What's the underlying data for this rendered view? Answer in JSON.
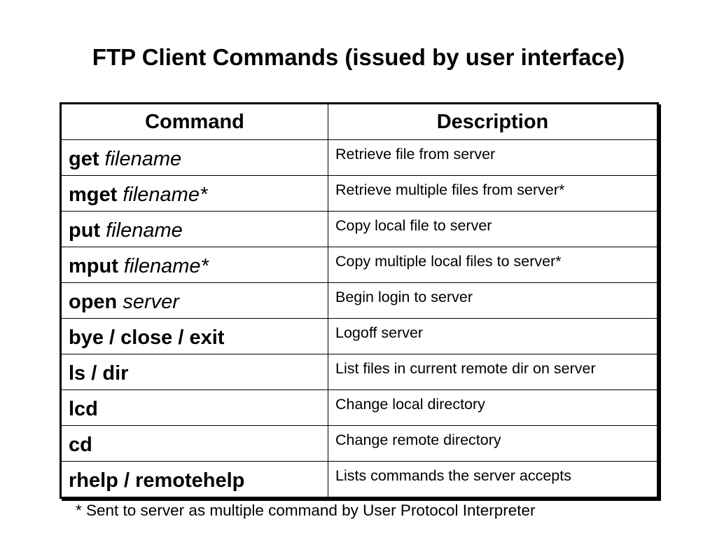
{
  "title": "FTP Client Commands (issued by user interface)",
  "table": {
    "headers": [
      "Command",
      "Description"
    ],
    "rows": [
      {
        "command": "get",
        "arg": " filename",
        "description": "Retrieve file from server"
      },
      {
        "command": "mget",
        "arg": " filename*",
        "description": "Retrieve multiple files from server*"
      },
      {
        "command": "put",
        "arg": " filename",
        "description": "Copy local file to server"
      },
      {
        "command": "mput",
        "arg": " filename*",
        "description": "Copy multiple local files to server*"
      },
      {
        "command": "open",
        "arg": " server",
        "description": "Begin login to server"
      },
      {
        "command": "bye / close / exit",
        "arg": "",
        "description": "Logoff server"
      },
      {
        "command": "ls / dir",
        "arg": "",
        "description": "List files in current remote dir on server"
      },
      {
        "command": "lcd",
        "arg": "",
        "description": "Change local directory"
      },
      {
        "command": "cd",
        "arg": "",
        "description": "Change remote directory"
      },
      {
        "command": "rhelp / remotehelp",
        "arg": "",
        "description": "Lists commands the server accepts"
      }
    ]
  },
  "footnote": "* Sent to server as multiple command by User Protocol Interpreter"
}
